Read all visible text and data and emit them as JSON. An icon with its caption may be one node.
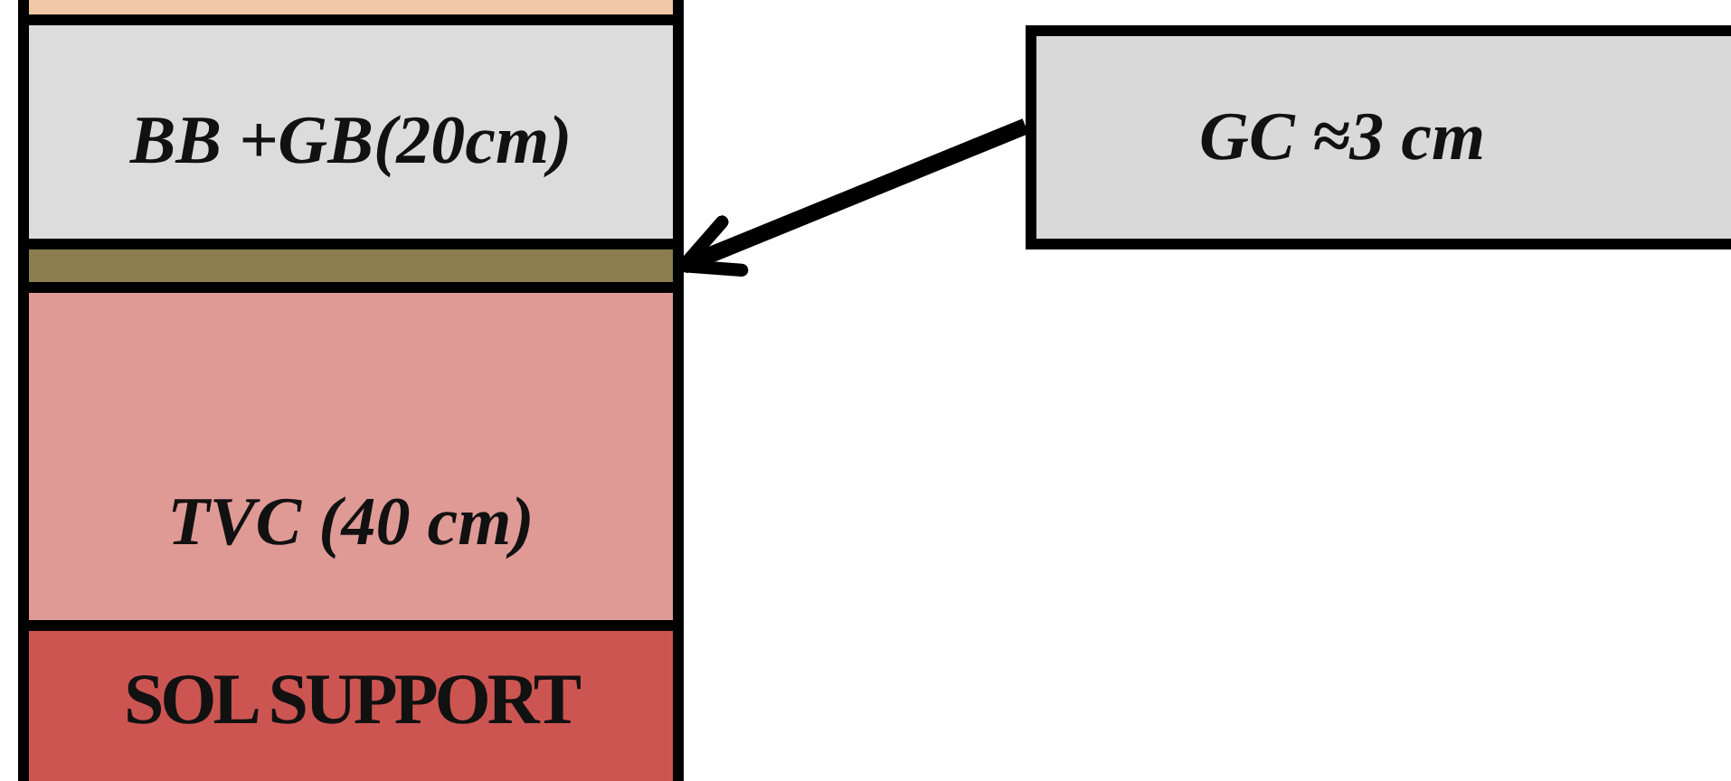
{
  "diagram": {
    "nodes": [
      {
        "text": [],
        "shape": "bar"
      },
      {
        "text": [
          "BB +GB(20cm)"
        ]
      },
      {
        "text": [],
        "shape": "bar"
      },
      {
        "text": [
          "GC ≈3 cm"
        ]
      },
      {
        "text": [
          "TVC (40 cm)"
        ]
      },
      {
        "text": [
          "SOL SUPPORT"
        ]
      }
    ],
    "edges": [
      {
        "from": 3,
        "to": 2,
        "arrow": "to"
      }
    ]
  }
}
